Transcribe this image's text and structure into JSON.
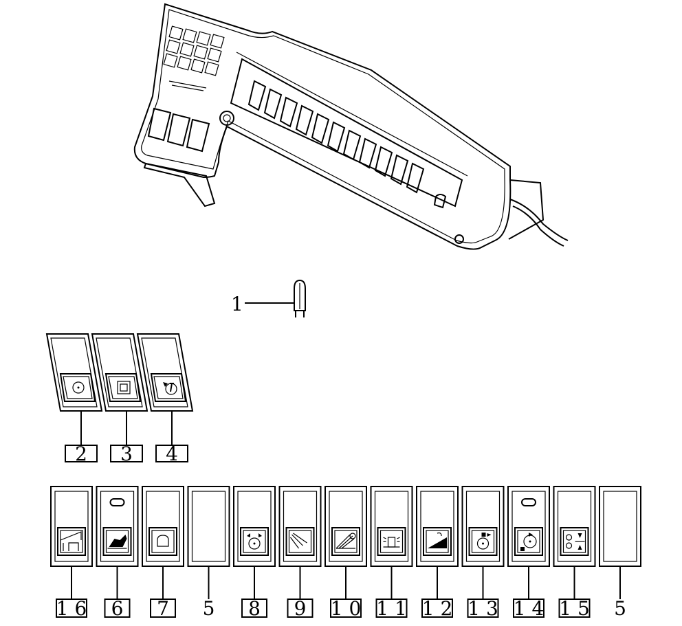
{
  "figure": {
    "callout_bulb": "1",
    "upper_switches": [
      {
        "label": "2",
        "icon": "circle-dot-icon"
      },
      {
        "label": "3",
        "icon": "square-frame-icon"
      },
      {
        "label": "4",
        "icon": "arrow-lever-icon"
      }
    ],
    "lower_switches": [
      {
        "label": "1 6",
        "icon": "ladder-ramp-icon",
        "boxed": true,
        "indicator": false
      },
      {
        "label": "6",
        "icon": "tractor-tilt-icon",
        "boxed": true,
        "indicator": true
      },
      {
        "label": "7",
        "icon": "arch-icon",
        "boxed": true,
        "indicator": false
      },
      {
        "label": "5",
        "icon": "",
        "boxed": false,
        "indicator": false
      },
      {
        "label": "8",
        "icon": "rotating-beacon-icon",
        "boxed": true,
        "indicator": false
      },
      {
        "label": "9",
        "icon": "work-light-icon",
        "boxed": true,
        "indicator": false
      },
      {
        "label": "1 0",
        "icon": "spray-icon",
        "boxed": true,
        "indicator": false
      },
      {
        "label": "1 1",
        "icon": "hazard-light-icon",
        "boxed": true,
        "indicator": false
      },
      {
        "label": "1 2",
        "icon": "slope-icon",
        "boxed": true,
        "indicator": false
      },
      {
        "label": "1 3",
        "icon": "flow-dot-icon",
        "boxed": true,
        "indicator": false
      },
      {
        "label": "1 4",
        "icon": "rotation-dot-icon",
        "boxed": true,
        "indicator": true
      },
      {
        "label": "1 5",
        "icon": "split-arrows-icon",
        "boxed": true,
        "indicator": false
      },
      {
        "label": "5",
        "icon": "",
        "boxed": false,
        "indicator": false
      }
    ]
  }
}
